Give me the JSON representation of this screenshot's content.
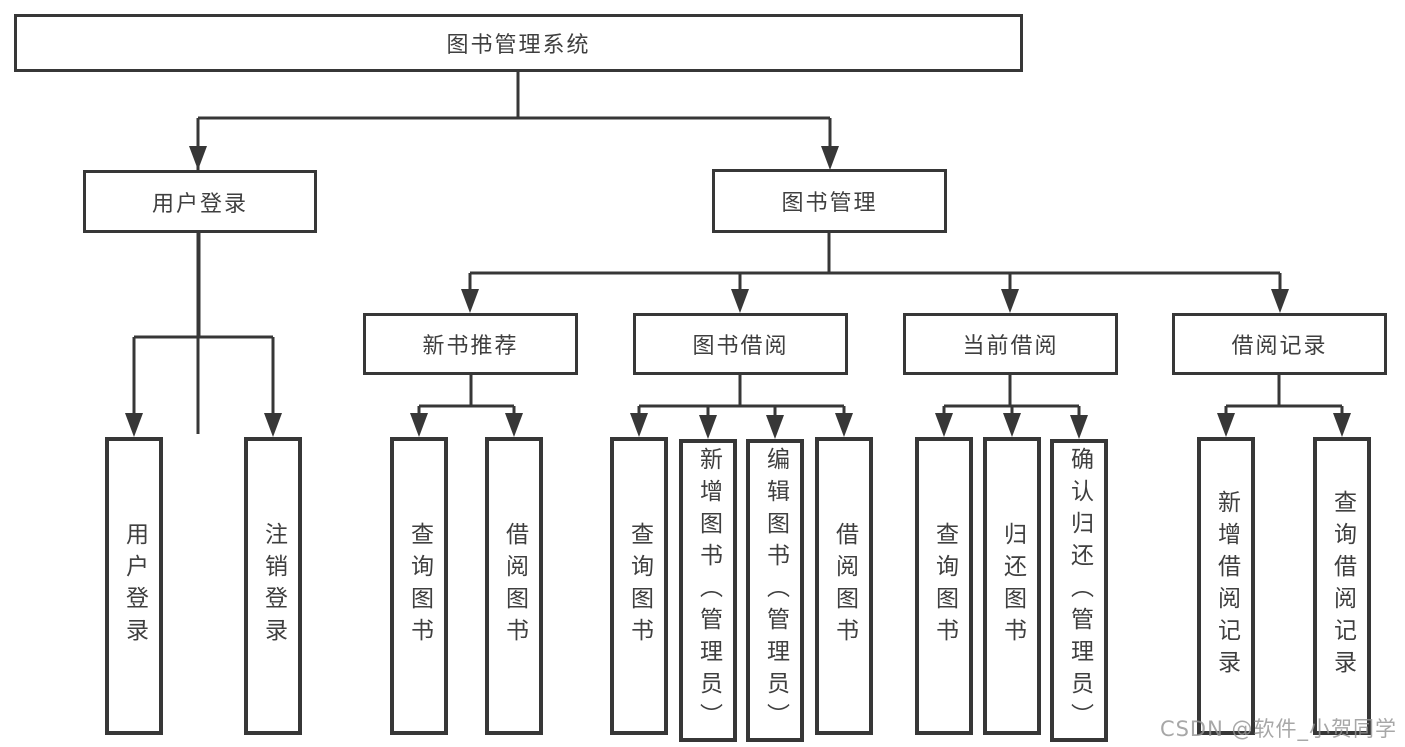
{
  "diagram": {
    "tree": {
      "root": {
        "label": "图书管理系统"
      },
      "branches": [
        {
          "label": "用户登录",
          "leaves": [
            {
              "label": "用户登录"
            },
            {
              "label": "注销登录"
            }
          ]
        },
        {
          "label": "图书管理",
          "sections": [
            {
              "label": "新书推荐",
              "leaves": [
                {
                  "label": "查询图书"
                },
                {
                  "label": "借阅图书"
                }
              ]
            },
            {
              "label": "图书借阅",
              "leaves": [
                {
                  "label": "查询图书"
                },
                {
                  "label": "新增图书（管理员）"
                },
                {
                  "label": "编辑图书（管理员）"
                },
                {
                  "label": "借阅图书"
                }
              ]
            },
            {
              "label": "当前借阅",
              "leaves": [
                {
                  "label": "查询图书"
                },
                {
                  "label": "归还图书"
                },
                {
                  "label": "确认归还（管理员）"
                }
              ]
            },
            {
              "label": "借阅记录",
              "leaves": [
                {
                  "label": "新增借阅记录"
                },
                {
                  "label": "查询借阅记录"
                }
              ]
            }
          ]
        }
      ]
    },
    "colors": {
      "line": "#373737",
      "node_border": "#373737",
      "text": "#3f3f3f",
      "background": "#ffffff",
      "watermark": "#949494"
    }
  },
  "watermark": {
    "text": "CSDN @软件_小贺同学"
  }
}
